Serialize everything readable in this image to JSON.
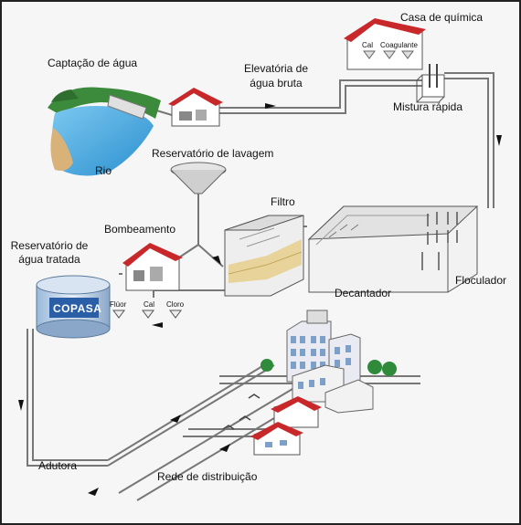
{
  "labels": {
    "casa_quimica": "Casa de química",
    "cal_top": "Cal",
    "coagulante": "Coagulante",
    "captacao": "Captação de água",
    "elevatoria_l1": "Elevatória de",
    "elevatoria_l2": "água bruta",
    "mistura": "Mistura rápida",
    "rio": "Rio",
    "reservatorio_lavagem": "Reservatório de lavagem",
    "filtro": "Filtro",
    "bombeamento": "Bombeamento",
    "reservatorio_tratada_l1": "Reservatório de",
    "reservatorio_tratada_l2": "água tratada",
    "fluor": "Flúor",
    "cal_bottom": "Cal",
    "cloro": "Cloro",
    "decantador": "Decantador",
    "floculador": "Floculador",
    "adutora": "Adutora",
    "rede": "Rede de distribuição"
  },
  "brand": {
    "name": "COPASA"
  },
  "colors": {
    "roof": "#c8282a",
    "water": "#3aa0d8",
    "tank_blue": "#2a5fa8",
    "filter_sand": "#e8d49a",
    "tree": "#2f8a3a",
    "pipe": "#7a7a7a"
  }
}
